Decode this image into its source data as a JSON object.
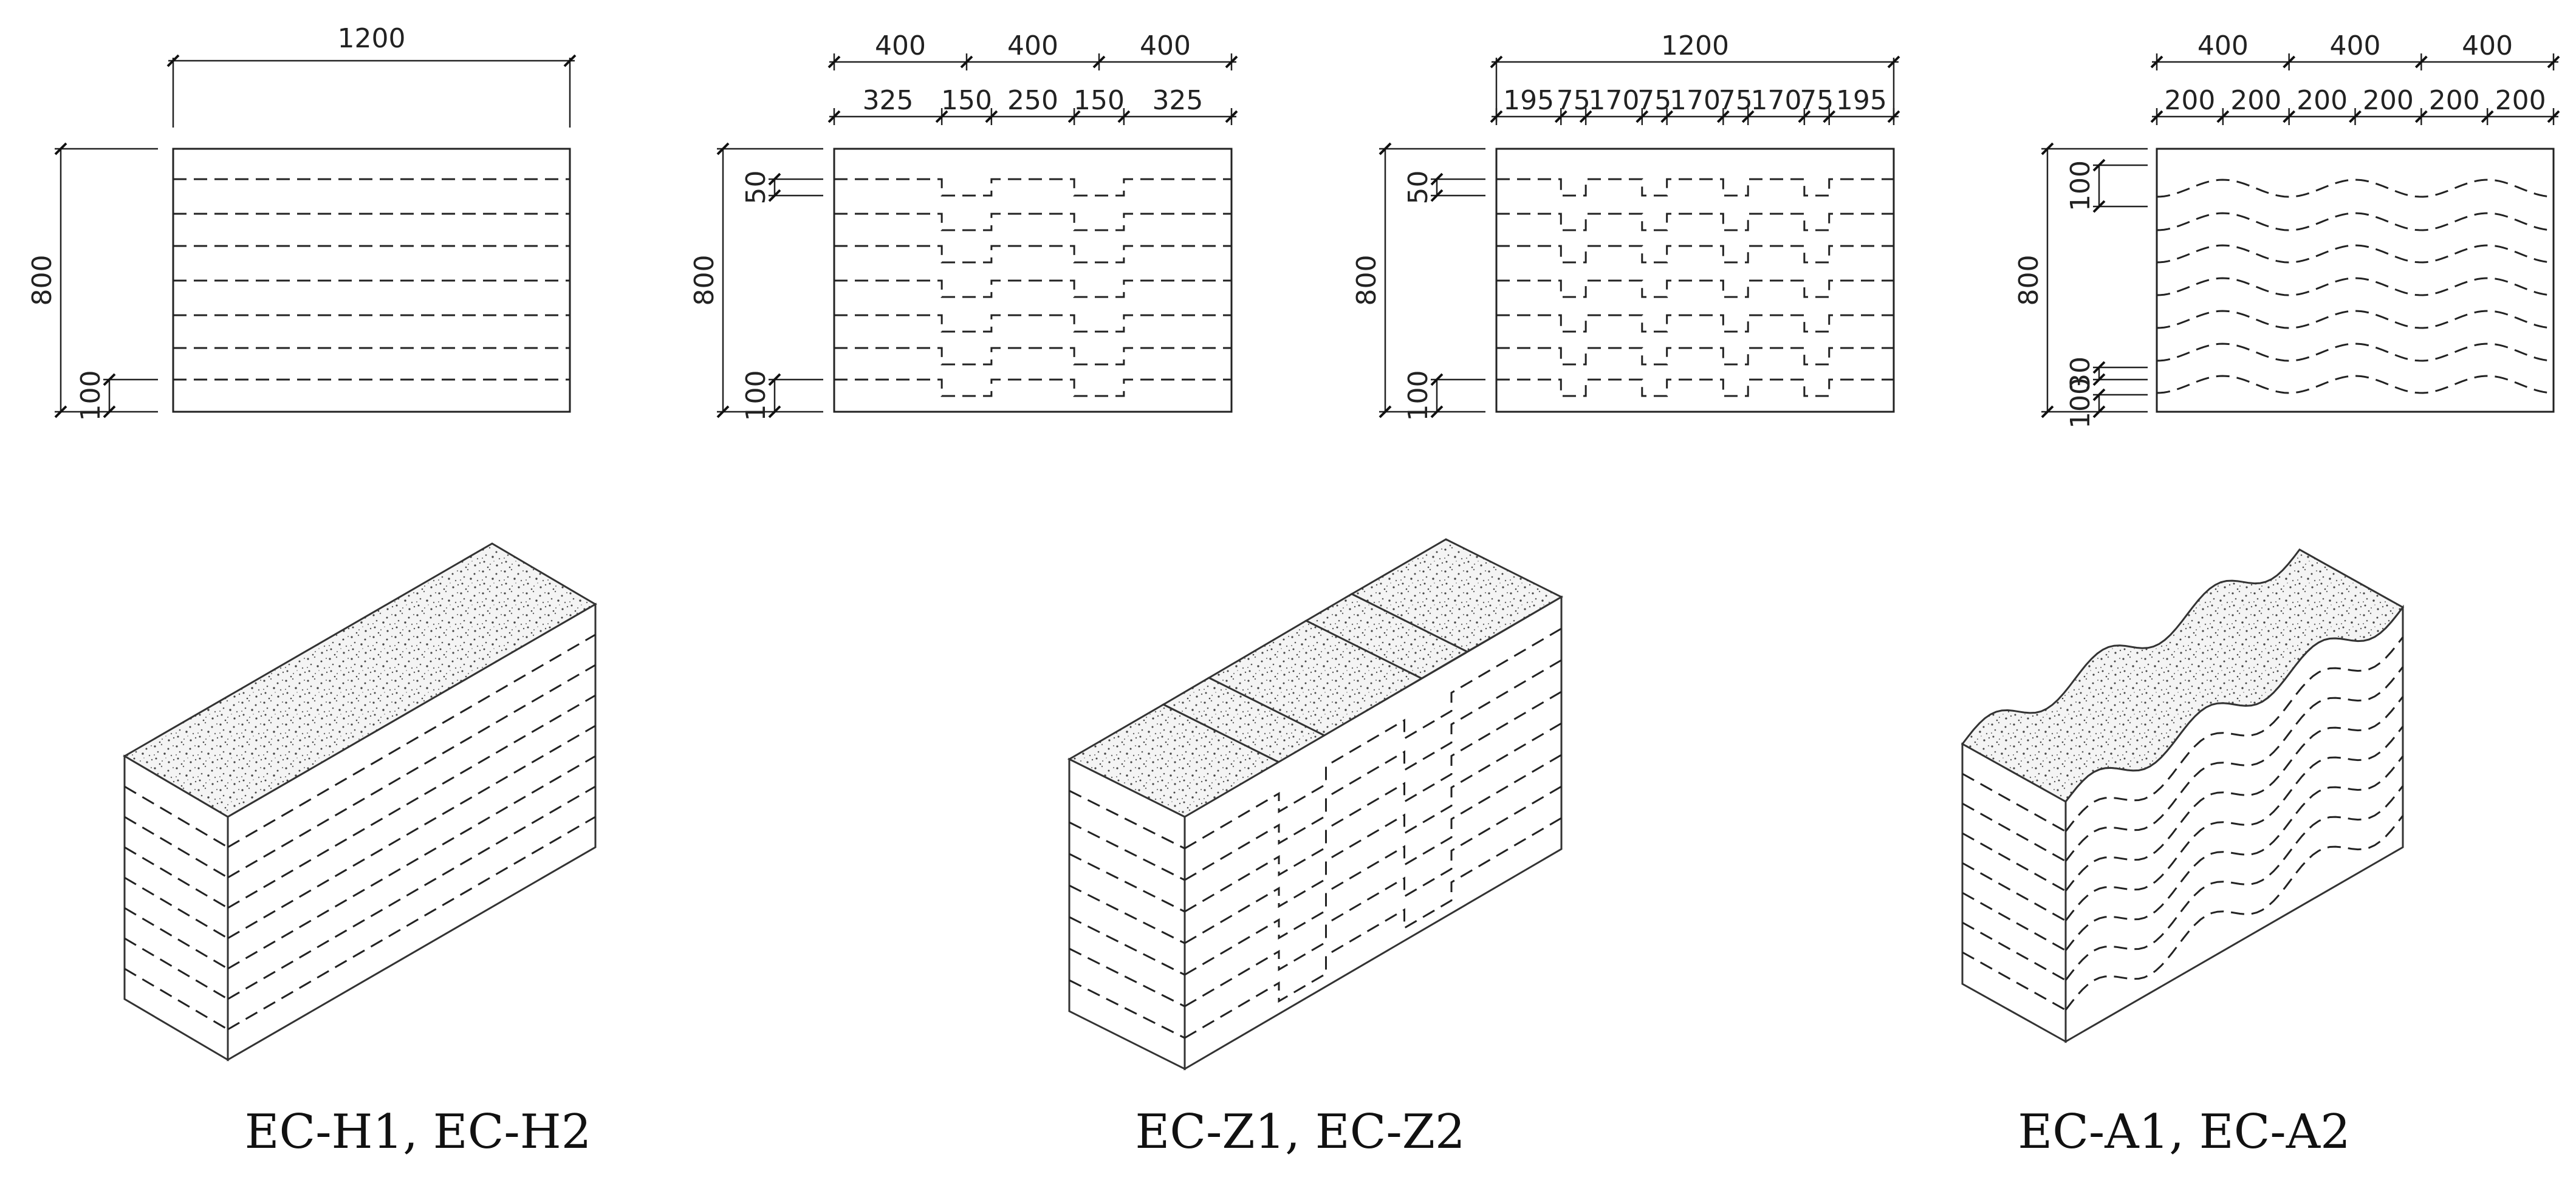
{
  "elevations": [
    {
      "id": "h",
      "width_label": "1200",
      "height_label": "800",
      "bottom_offset_label": "100"
    },
    {
      "id": "z1",
      "top_row_labels": [
        "400",
        "400",
        "400"
      ],
      "second_row_labels": [
        "325",
        "150",
        "250",
        "150",
        "325"
      ],
      "step_label": "50",
      "height_label": "800",
      "bottom_offset_label": "100"
    },
    {
      "id": "z2",
      "width_label": "1200",
      "second_row_labels": [
        "195",
        "75",
        "170",
        "75",
        "170",
        "75",
        "170",
        "75",
        "195"
      ],
      "step_label": "50",
      "height_label": "800",
      "bottom_offset_label": "100"
    },
    {
      "id": "a",
      "top_row_labels": [
        "400",
        "400",
        "400"
      ],
      "second_row_labels": [
        "200",
        "200",
        "200",
        "200",
        "200",
        "200"
      ],
      "spacing_label": "100",
      "amplitude_label": "30",
      "height_label": "800",
      "bottom_offset_label": "100"
    }
  ],
  "captions": {
    "h": "EC-H1, EC-H2",
    "z": "EC-Z1, EC-Z2",
    "a": "EC-A1, EC-A2"
  }
}
